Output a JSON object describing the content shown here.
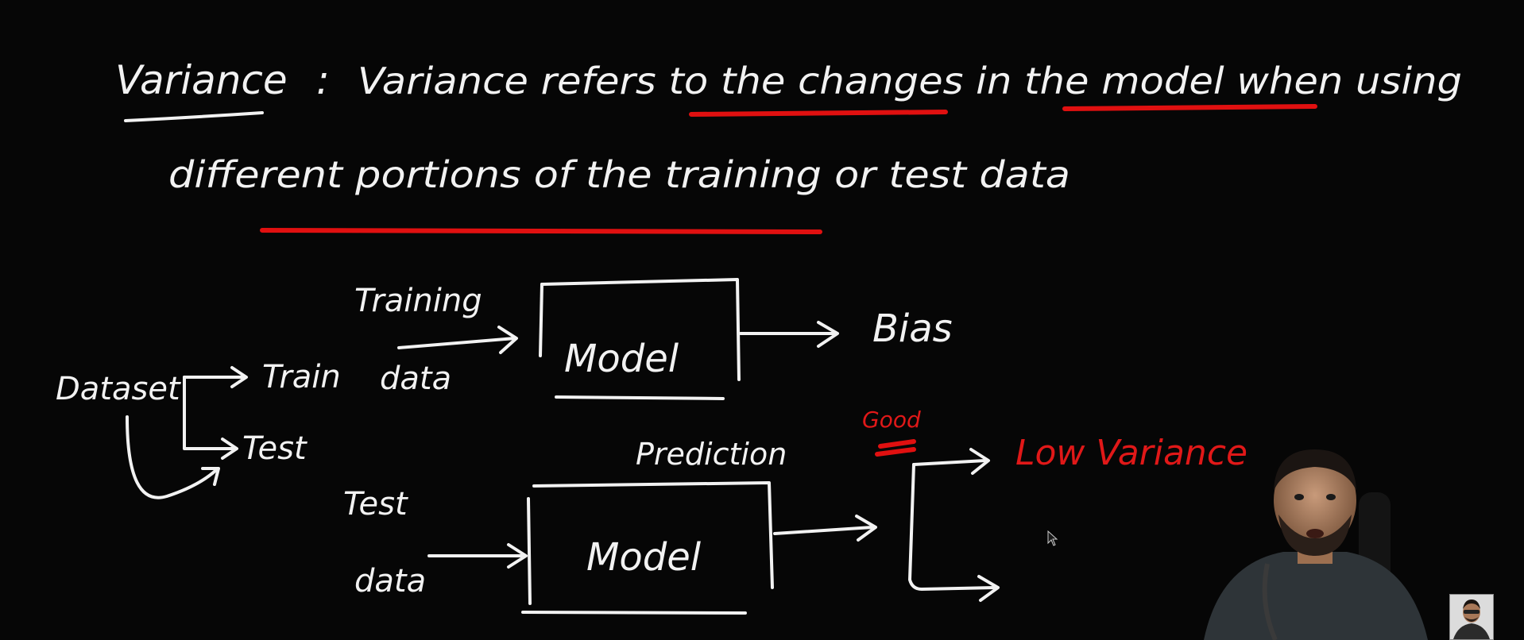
{
  "heading": {
    "term": "Variance",
    "separator": ":",
    "line1": "Variance refers to the changes in the model when using",
    "line2": "different portions of the training or test data"
  },
  "diagram": {
    "dataset_label": "Dataset",
    "train_label": "Train",
    "test_label": "Test",
    "training_data_label_1": "Training",
    "training_data_label_2": "data",
    "model_top_label": "Model",
    "bias_label": "Bias",
    "prediction_label": "Prediction",
    "test_data_label_1": "Test",
    "test_data_label_2": "data",
    "model_bottom_label": "Model",
    "good_label": "Good",
    "low_variance_label": "Low Variance"
  },
  "colors": {
    "background": "#060606",
    "chalk_white": "#f2f2f2",
    "highlight_red": "#e01010"
  },
  "icons": {
    "cursor": "mouse-pointer-icon",
    "presenter": "presenter-webcam",
    "thumbnail": "presenter-thumbnail"
  }
}
